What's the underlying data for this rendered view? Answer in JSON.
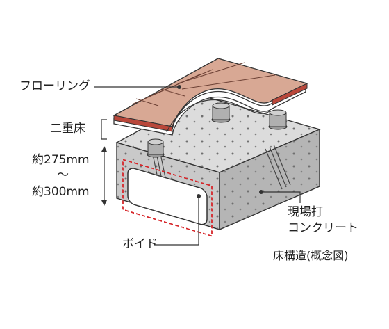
{
  "labels": {
    "flooring": "フローリング",
    "double_floor": "二重床",
    "thickness_top": "約275mm",
    "thickness_tilde": "～",
    "thickness_bottom": "約300mm",
    "onsite_line1": "現場打",
    "onsite_line2": "コンクリート",
    "void": "ボイド",
    "caption": "床構造(概念図)"
  },
  "colors": {
    "flooring_top": "#d8a894",
    "flooring_edge": "#b9473a",
    "slab_top": "#dcdcdc",
    "slab_front": "#c9c9c9",
    "slab_side": "#b5b5b5",
    "void_dash": "#d6262a",
    "text": "#222222"
  }
}
